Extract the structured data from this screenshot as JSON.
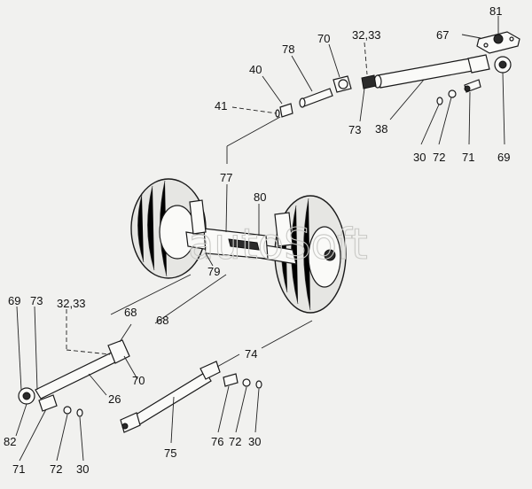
{
  "watermark": "autoSoft",
  "labels": {
    "l81": "81",
    "l67": "67",
    "l70a": "70",
    "l3233a": "32,33",
    "l78": "78",
    "l40": "40",
    "l41": "41",
    "l73a": "73",
    "l38": "38",
    "l30a": "30",
    "l72a": "72",
    "l71a": "71",
    "l69a": "69",
    "l77": "77",
    "l80": "80",
    "l79": "79",
    "l68a": "68",
    "l68b": "68",
    "l69b": "69",
    "l73b": "73",
    "l3233b": "32,33",
    "l70b": "70",
    "l26": "26",
    "l74": "74",
    "l82": "82",
    "l71b": "71",
    "l72b": "72",
    "l30b": "30",
    "l75": "75",
    "l76": "76",
    "l72c": "72",
    "l30c": "30"
  }
}
